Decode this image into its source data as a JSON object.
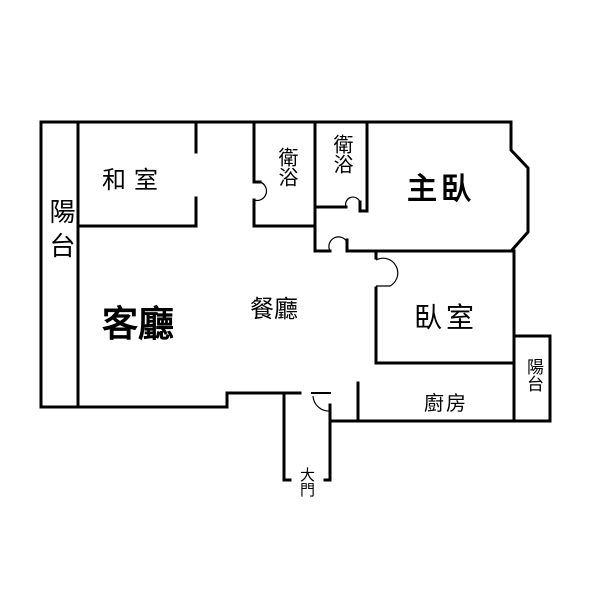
{
  "floorplan": {
    "rooms": {
      "japanese_room": "和室",
      "bathroom_1": "衛浴",
      "bathroom_2": "衛浴",
      "master_bedroom": "主臥",
      "balcony_left": "陽台",
      "living_room": "客廳",
      "dining_room": "餐廳",
      "bedroom": "臥室",
      "kitchen": "廚房",
      "balcony_right": "陽台",
      "main_entrance": "大門"
    }
  }
}
